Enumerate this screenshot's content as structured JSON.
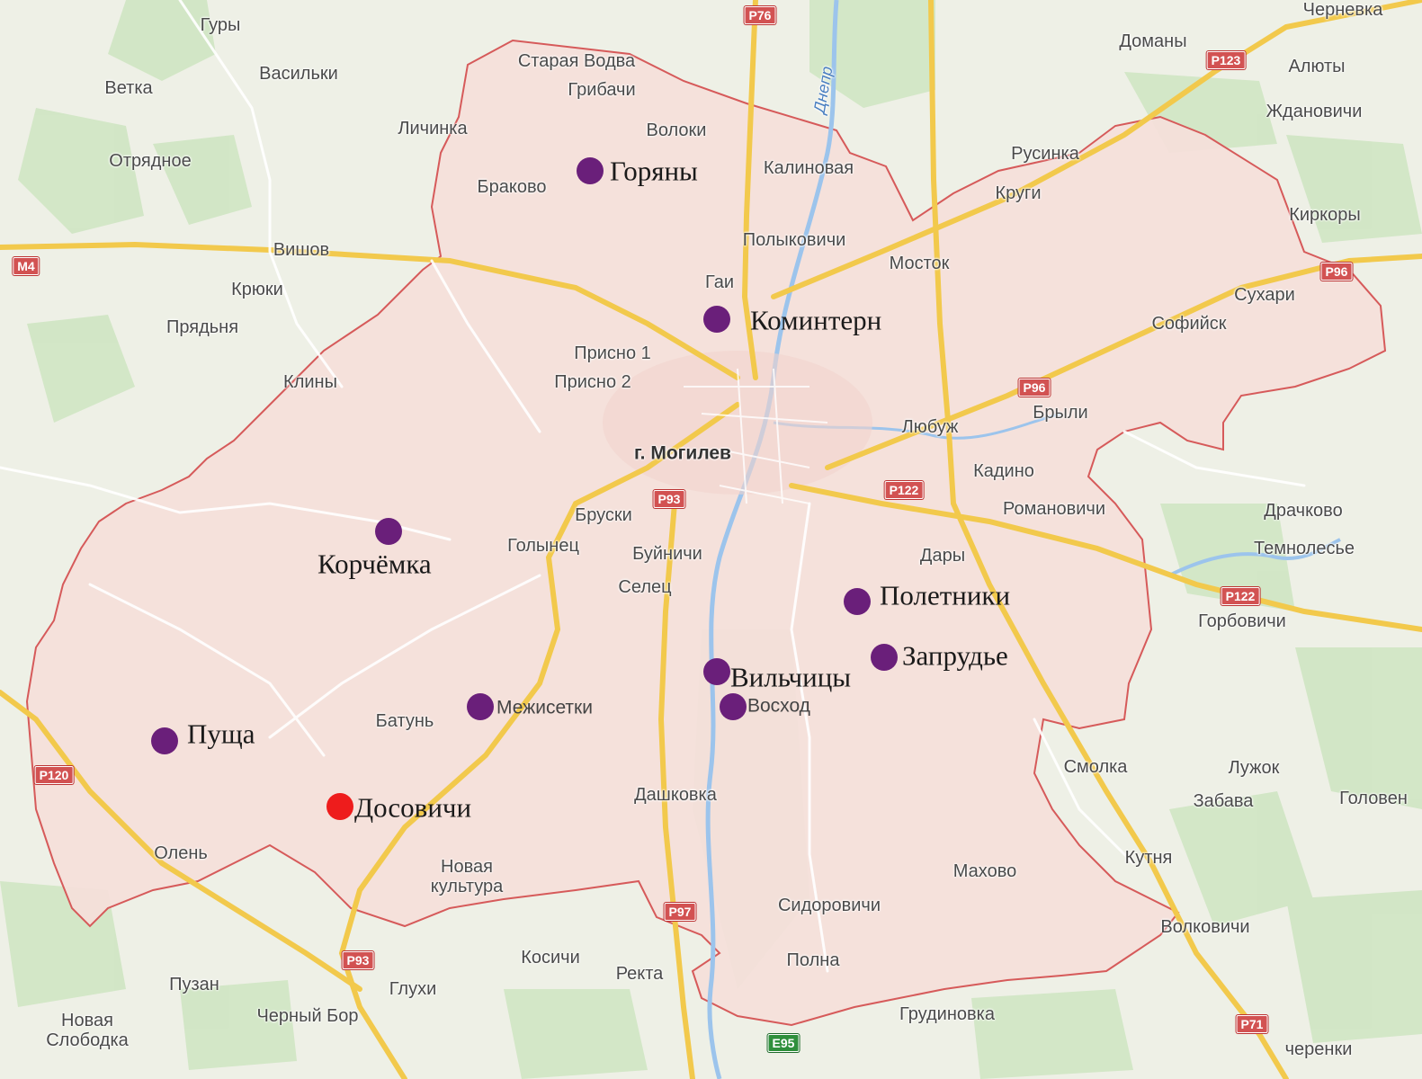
{
  "map": {
    "place_labels": [
      {
        "id": "Guri",
        "text": "Гуры"
      },
      {
        "id": "Vasilki",
        "text": "Васильки"
      },
      {
        "id": "Vetka",
        "text": "Ветка"
      },
      {
        "id": "Otradnoe",
        "text": "Отрядное"
      },
      {
        "id": "Vishov",
        "text": "Вишов"
      },
      {
        "id": "Kryuki",
        "text": "Крюки"
      },
      {
        "id": "Pryalnya",
        "text": "Прядьня"
      },
      {
        "id": "Kliny",
        "text": "Клины"
      },
      {
        "id": "Staraya",
        "text": "Старая Водва"
      },
      {
        "id": "Gribachi",
        "text": "Грибачи"
      },
      {
        "id": "Lichinka",
        "text": "Личинка"
      },
      {
        "id": "Voloki",
        "text": "Волоки"
      },
      {
        "id": "Brakovo",
        "text": "Браково"
      },
      {
        "id": "Kalinovaya",
        "text": "Калиновая"
      },
      {
        "id": "Polykovichi",
        "text": "Полыковичи"
      },
      {
        "id": "Gai",
        "text": "Гаи"
      },
      {
        "id": "Prisno1",
        "text": "Присно 1"
      },
      {
        "id": "Prisno2",
        "text": "Присно 2"
      },
      {
        "id": "Mostok",
        "text": "Мосток"
      },
      {
        "id": "Rusinka",
        "text": "Русинка"
      },
      {
        "id": "Krugi",
        "text": "Круги"
      },
      {
        "id": "Chernevka",
        "text": "Черневка"
      },
      {
        "id": "Domany",
        "text": "Доманы"
      },
      {
        "id": "Alyuty",
        "text": "Алюты"
      },
      {
        "id": "Zhdanovichi",
        "text": "Ждановичи"
      },
      {
        "id": "Kirkory",
        "text": "Киркоры"
      },
      {
        "id": "Suhari",
        "text": "Сухари"
      },
      {
        "id": "Sofiysk",
        "text": "Софийск"
      },
      {
        "id": "Bryli",
        "text": "Брыли"
      },
      {
        "id": "Lyubuzh",
        "text": "Любуж"
      },
      {
        "id": "Kadino",
        "text": "Кадино"
      },
      {
        "id": "Romanovichi",
        "text": "Романовичи"
      },
      {
        "id": "Drachkovo",
        "text": "Драчково"
      },
      {
        "id": "Temnolesye",
        "text": "Темнолесье"
      },
      {
        "id": "Dary",
        "text": "Дары"
      },
      {
        "id": "Gorbovichi",
        "text": "Горбовичи"
      },
      {
        "id": "Bruski",
        "text": "Бруски"
      },
      {
        "id": "Golynets",
        "text": "Голынец"
      },
      {
        "id": "Buynichi",
        "text": "Буйничи"
      },
      {
        "id": "Selets",
        "text": "Селец"
      },
      {
        "id": "Batun",
        "text": "Батунь"
      },
      {
        "id": "Dashkovka",
        "text": "Дашковка"
      },
      {
        "id": "Smolka",
        "text": "Смолка"
      },
      {
        "id": "Luzhok",
        "text": "Лужок"
      },
      {
        "id": "Zabava",
        "text": "Забава"
      },
      {
        "id": "Goloven",
        "text": "Головен"
      },
      {
        "id": "Kutnya",
        "text": "Кутня"
      },
      {
        "id": "Mahovo",
        "text": "Махово"
      },
      {
        "id": "Volkovichi",
        "text": "Волковичи"
      },
      {
        "id": "Sidorovichi",
        "text": "Сидоровичи"
      },
      {
        "id": "Polna",
        "text": "Полна"
      },
      {
        "id": "Grudinovka",
        "text": "Грудиновка"
      },
      {
        "id": "Chirenki",
        "text": "черенки"
      },
      {
        "id": "Olen",
        "text": "Олень"
      },
      {
        "id": "NovayaKult",
        "text": "Новая культура"
      },
      {
        "id": "Kosichi",
        "text": "Косичи"
      },
      {
        "id": "Rekta",
        "text": "Ректа"
      },
      {
        "id": "Puzan",
        "text": "Пузан"
      },
      {
        "id": "Gluhi",
        "text": "Глухи"
      },
      {
        "id": "ChernyBor",
        "text": "Черный Бор"
      },
      {
        "id": "NovayaSloboda",
        "text": "Новая Слободка"
      }
    ],
    "city_label": "г. Могилев",
    "river_label": "Днепр",
    "road_shields": [
      {
        "id": "r1",
        "text": "Р76",
        "color": "#d25252"
      },
      {
        "id": "r2",
        "text": "Р123",
        "color": "#d25252"
      },
      {
        "id": "r3",
        "text": "М4",
        "color": "#d25252"
      },
      {
        "id": "r4",
        "text": "Р96",
        "color": "#d25252"
      },
      {
        "id": "r5",
        "text": "Р96",
        "color": "#d25252"
      },
      {
        "id": "r6",
        "text": "Р93",
        "color": "#d25252"
      },
      {
        "id": "r7",
        "text": "Р122",
        "color": "#d25252"
      },
      {
        "id": "r8",
        "text": "Р122",
        "color": "#d25252"
      },
      {
        "id": "r9",
        "text": "Р120",
        "color": "#d25252"
      },
      {
        "id": "r10",
        "text": "Р97",
        "color": "#d25252"
      },
      {
        "id": "r11",
        "text": "Р93",
        "color": "#d25252"
      },
      {
        "id": "r12",
        "text": "Р71",
        "color": "#d25252"
      },
      {
        "id": "r13",
        "text": "Е95",
        "color": "#2f8f3c"
      }
    ],
    "markers": [
      {
        "id": "Goryany",
        "text": "Горяны",
        "color": "#6a1f7a"
      },
      {
        "id": "Komintern",
        "text": "Коминтерн",
        "color": "#6a1f7a"
      },
      {
        "id": "Korchemka",
        "text": "Корчёмка",
        "color": "#6a1f7a"
      },
      {
        "id": "Poletniki",
        "text": "Полетники",
        "color": "#6a1f7a"
      },
      {
        "id": "Zaprudye",
        "text": "Запрудье",
        "color": "#6a1f7a"
      },
      {
        "id": "Vilchitsy",
        "text": "Вильчицы",
        "color": "#6a1f7a"
      },
      {
        "id": "Voshod",
        "text": "Восход",
        "color": "#6a1f7a"
      },
      {
        "id": "Mezhisetki",
        "text": "Межисетки",
        "color": "#6a1f7a"
      },
      {
        "id": "Puscha",
        "text": "Пуща",
        "color": "#6a1f7a"
      },
      {
        "id": "Dosovichi",
        "text": "Досовичи",
        "color": "#ee1c1c"
      }
    ]
  }
}
